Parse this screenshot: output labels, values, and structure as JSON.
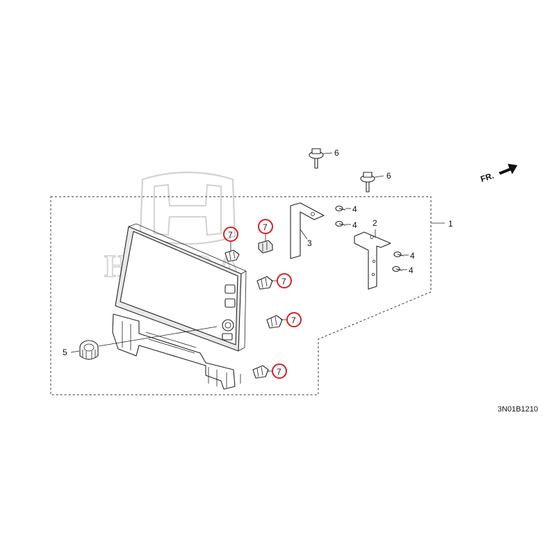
{
  "watermark": {
    "brand": "HONDA"
  },
  "direction": {
    "label": "FR."
  },
  "diagram_code": "3N01B1210",
  "callouts": [
    {
      "id": "c1",
      "number": "1",
      "highlighted": false
    },
    {
      "id": "c2",
      "number": "2",
      "highlighted": false
    },
    {
      "id": "c3",
      "number": "3",
      "highlighted": false
    },
    {
      "id": "c4a",
      "number": "4",
      "highlighted": false
    },
    {
      "id": "c4b",
      "number": "4",
      "highlighted": false
    },
    {
      "id": "c4c",
      "number": "4",
      "highlighted": false
    },
    {
      "id": "c4d",
      "number": "4",
      "highlighted": false
    },
    {
      "id": "c5",
      "number": "5",
      "highlighted": false
    },
    {
      "id": "c6a",
      "number": "6",
      "highlighted": false
    },
    {
      "id": "c6b",
      "number": "6",
      "highlighted": false
    },
    {
      "id": "c7a",
      "number": "7",
      "highlighted": true
    },
    {
      "id": "c7b",
      "number": "7",
      "highlighted": true
    },
    {
      "id": "c7c",
      "number": "7",
      "highlighted": true
    },
    {
      "id": "c7d",
      "number": "7",
      "highlighted": true
    },
    {
      "id": "c7e",
      "number": "7",
      "highlighted": true
    }
  ],
  "colors": {
    "highlight": "#d62020",
    "line": "#222222",
    "watermark": "#cfcfcf"
  }
}
